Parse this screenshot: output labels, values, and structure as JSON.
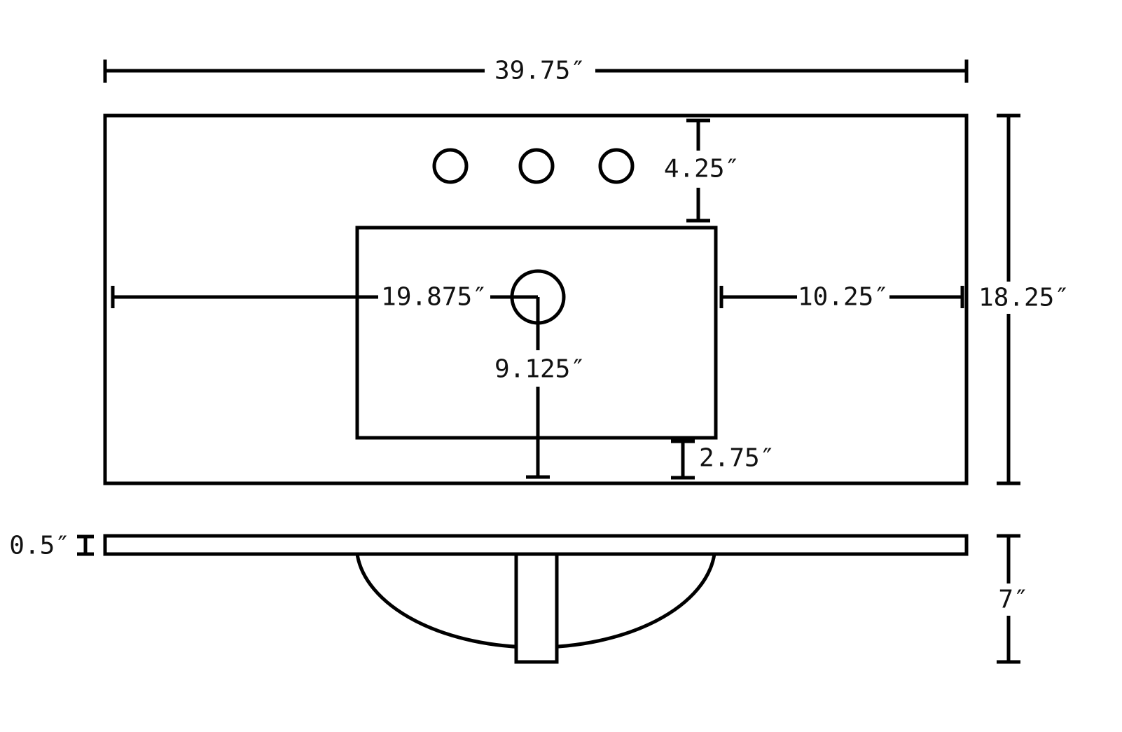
{
  "diagram": {
    "dims": {
      "overall_width": "39.75″",
      "faucet_offset": "4.25″",
      "overall_depth": "18.25″",
      "drain_from_left": "19.875″",
      "bowl_to_edge": "10.25″",
      "drain_from_back": "9.125″",
      "bowl_front_gap": "2.75″",
      "slab_thickness": "0.5″",
      "overall_height": "7″"
    }
  }
}
